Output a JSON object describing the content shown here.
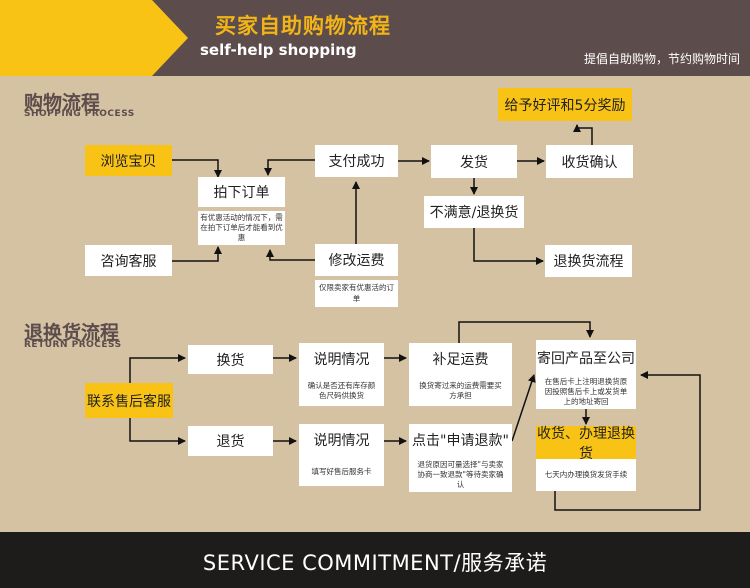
{
  "header": {
    "title": "买家自助购物流程",
    "subtitle": "self-help shopping",
    "tagline": "提倡自助购物，节约购物时间"
  },
  "shopping": {
    "title": "购物流程",
    "subtitle": "SHOPPING PROCESS",
    "browse": "浏览宝贝",
    "consult": "咨询客服",
    "order": "拍下订单",
    "order_note": "有优惠活动的情况下，需在拍下订单后才能看到优惠",
    "pay": "支付成功",
    "modify": "修改运费",
    "modify_note": "仅限卖家有优惠活的订单",
    "ship": "发货",
    "confirm": "收货确认",
    "praise": "给予好评和5分奖励",
    "unhappy": "不满意/退换货",
    "return_flow": "退换货流程"
  },
  "returns": {
    "title": "退换货流程",
    "subtitle": "RETURN PROCESS",
    "contact": "联系售后客服",
    "exchange": "换货",
    "refund": "退货",
    "explain1": "说明情况",
    "explain1_note": "确认是否还有库存颜色尺码供换货",
    "explain2": "说明情况",
    "explain2_note": "填写好售后服务卡",
    "shipping_fee": "补足运费",
    "shipping_fee_note": "换货寄过来的运费需要买方承担",
    "apply_refund": "点击\"申请退款\"",
    "apply_refund_note": "退货原因可量选择\"与卖家协商一致退款\"等待卖家确认",
    "send_back": "寄回产品至公司",
    "send_back_note": "在售后卡上注明退换货原因投照售后卡上或发货单上的地址寄回",
    "receive": "收货、办理退换货",
    "receive_note": "七天内办理换货发货手续"
  },
  "footer": {
    "text": "SERVICE COMMITMENT/服务承诺"
  },
  "colors": {
    "header_bg": "#5c4d4c",
    "accent": "#f9c315",
    "page_bg": "#d5c2a3",
    "footer_bg": "#1e1b1b"
  }
}
